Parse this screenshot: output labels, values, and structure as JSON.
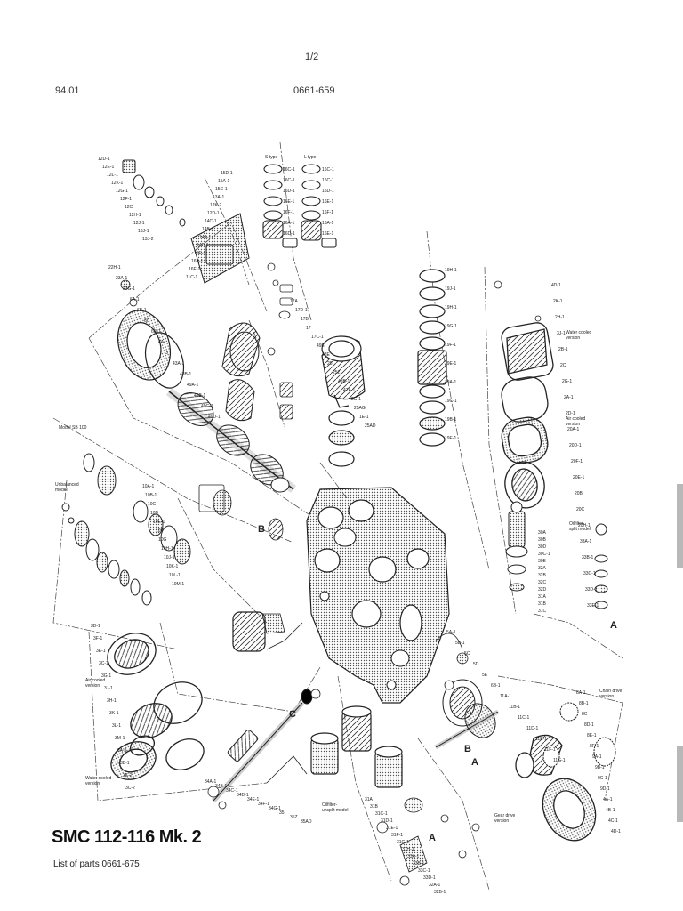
{
  "header": {
    "page": "1/2",
    "date_code": "94.01",
    "doc_number": "0661-659"
  },
  "title": "SMC 112-116 Mk. 2",
  "subtitle": "List of parts 0661-675",
  "notes": {
    "s_type": "S type",
    "l_type": "L type",
    "model_sb100": "Model SB 100",
    "unbalanced_model": [
      "Unbalanced",
      "model"
    ],
    "air_cooled_left": [
      "Air cooled",
      "version"
    ],
    "water_cooled_left": [
      "Water cooled",
      "version"
    ],
    "water_cooled_right": [
      "Water cooled",
      "version"
    ],
    "air_cooled_right": [
      "Air cooled",
      "version"
    ],
    "oil_filter_split_model": [
      "Oilfilter-",
      "split model"
    ],
    "gear_drive_version": [
      "Gear drive",
      "version"
    ],
    "chain_drive_version": [
      "Chain drive",
      "version"
    ],
    "bbl_unsplit_model": [
      "Oilfilter-",
      "unsplit model"
    ]
  },
  "callouts": {
    "a_letter": "A",
    "b_letter": "B",
    "c_letter": "C"
  },
  "part_labels": {
    "top_left_stack": [
      "12D-1",
      "12E-1",
      "12L-1",
      "12K-1",
      "12G-1",
      "12F-1",
      "12C",
      "12H-1",
      "12J-1",
      "13J-1",
      "13J-2"
    ],
    "top_mid": [
      "15D-1",
      "15A-1",
      "15C-1",
      "13A-1",
      "12K-2",
      "12D-1",
      "14C-1",
      "14B-1",
      "14A-1",
      "14D-1",
      "15E-1",
      "16B-1",
      "16E-1",
      "11C-1"
    ],
    "rings_s": [
      "16C-1",
      "16C-1",
      "16D-1",
      "16E-1",
      "16F-1",
      "16A-1",
      "16D-1"
    ],
    "rings_l": [
      "16C-1",
      "16C-1",
      "16D-1",
      "16E-1",
      "16F-1",
      "16A-1",
      "16E-1"
    ],
    "left_column": [
      "22H-1",
      "23A-1",
      "23G-1",
      "6A-1",
      "6B-1",
      "6C",
      "6D-1",
      "4A",
      "3",
      "43A-1",
      "43B-1",
      "49A-1",
      "49B-1",
      "49C-1",
      "49D-1"
    ],
    "mid_column": [
      "17A",
      "17D-1",
      "17B",
      "17",
      "17C-1",
      "49E",
      "48E",
      "25",
      "25Z",
      "43B-1",
      "42A-1",
      "43G-1",
      "25AG",
      "1E-1",
      "25AD"
    ],
    "cyl_liner": [
      "19H-1",
      "19J-1",
      "19H-1",
      "19G-1",
      "19F-1",
      "19E-1",
      "19A-1",
      "19C-1",
      "19B-1",
      "19E-1"
    ],
    "oil_pump": [
      "30A",
      "30B",
      "30D",
      "30C-1",
      "30E",
      "32A",
      "32B",
      "32C",
      "32D",
      "31A",
      "31B",
      "31C"
    ],
    "right_column": [
      "4D-1",
      "2K-1",
      "2H-1",
      "3J-1",
      "2B-1",
      "2C",
      "2G-1",
      "2A-1",
      "2D-1",
      "20A-1",
      "20D-1",
      "20F-1",
      "20E-1",
      "20B",
      "20C",
      "20H-1",
      "33A-1",
      "33B-1",
      "33C-1",
      "33D-1",
      "33E-1"
    ],
    "left_lower": [
      "3D-1",
      "3F-1",
      "3E-1",
      "3C-1",
      "3G-1",
      "3J-1",
      "3H-1",
      "3K-1",
      "3L-1",
      "3M-1",
      "3A-1",
      "3B-1",
      "3E-2",
      "3C-2"
    ],
    "shaft_seal": [
      "10A-1",
      "10B-1",
      "10C",
      "10D",
      "10E-1",
      "10F",
      "10G",
      "10H-1",
      "10J-1",
      "10K-1",
      "10L-1",
      "10M-1"
    ],
    "bottom_mid": [
      "34A-1",
      "34B-1",
      "34C-1",
      "34D-1",
      "34E-1",
      "34F-1",
      "34G-1",
      "35",
      "35Z",
      "35AD"
    ],
    "right_lower": [
      "5A-1",
      "5B-1",
      "5C",
      "5D",
      "5E",
      "6B-1",
      "11A-1",
      "11B-1",
      "11C-1",
      "11D-1",
      "11E-1",
      "11F-1",
      "11G-1"
    ],
    "gear_chain": [
      "8A-1",
      "8B-1",
      "8C",
      "8D-1",
      "8E-1",
      "8F-1",
      "9A-1",
      "9B-1",
      "9C-1",
      "9D-1",
      "4A-1",
      "4B-1",
      "4C-1",
      "4D-1"
    ],
    "bottom_cluster": [
      "31A",
      "31B",
      "31C-1",
      "31D-1",
      "31E-1",
      "31F-1",
      "31G-1",
      "31H-1",
      "33A-1",
      "33B-1",
      "33C-1",
      "33D-1",
      "32A-1",
      "32B-1"
    ]
  }
}
